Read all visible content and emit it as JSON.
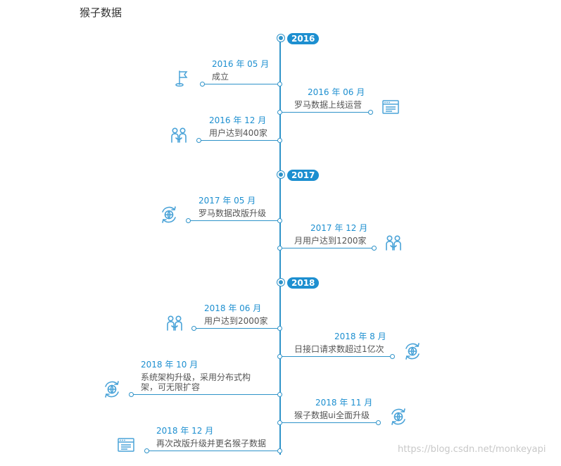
{
  "page": {
    "title": "猴子数据",
    "watermark": "https://blog.csdn.net/monkeyapi"
  },
  "colors": {
    "accent": "#1d8fd0",
    "line": "#2f93c9",
    "text": "#555555"
  },
  "timeline": {
    "years": [
      "2016",
      "2017",
      "2018"
    ],
    "events": [
      {
        "date": "2016 年 05 月",
        "text": "成立",
        "icon": "flag-icon"
      },
      {
        "date": "2016 年 06 月",
        "text": "罗马数据上线运营",
        "icon": "browser-window-icon"
      },
      {
        "date": "2016 年 12 月",
        "text": "用户达到400家",
        "icon": "users-icon"
      },
      {
        "date": "2017 年 05 月",
        "text": "罗马数据改版升级",
        "icon": "refresh-globe-icon"
      },
      {
        "date": "2017 年 12 月",
        "text": "月用户达到1200家",
        "icon": "users-icon"
      },
      {
        "date": "2018 年 06 月",
        "text": "用户达到2000家",
        "icon": "users-icon"
      },
      {
        "date": "2018 年 8 月",
        "text": "日接口请求数超过1亿次",
        "icon": "refresh-globe-icon"
      },
      {
        "date": "2018 年 10 月",
        "text": "系统架构升级，采用分布式构架，可无限扩容",
        "icon": "refresh-globe-icon"
      },
      {
        "date": "2018 年 11 月",
        "text": "猴子数据ui全面升级",
        "icon": "refresh-globe-icon"
      },
      {
        "date": "2018 年 12 月",
        "text": "再次改版升级并更名猴子数据",
        "icon": "browser-window-icon"
      }
    ]
  }
}
